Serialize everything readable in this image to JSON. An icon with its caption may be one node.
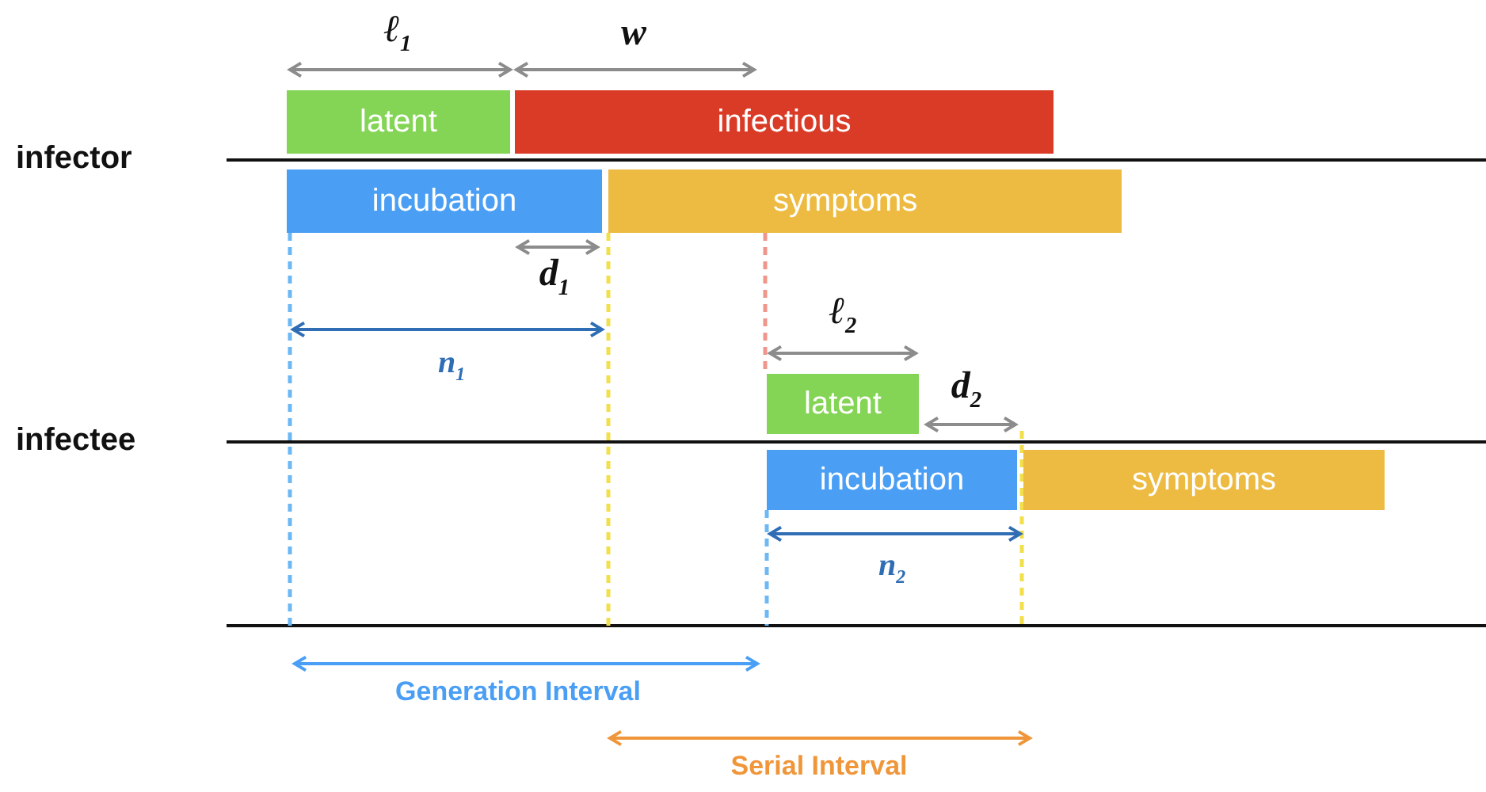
{
  "diagram": {
    "nodes": [
      {
        "text": [
          "latent"
        ]
      },
      {
        "text": [
          "infectious"
        ]
      },
      {
        "text": [
          "incubation"
        ]
      },
      {
        "text": [
          "symptoms"
        ]
      },
      {
        "text": [
          "latent"
        ]
      },
      {
        "text": [
          "incubation"
        ]
      },
      {
        "text": [
          "symptoms"
        ]
      }
    ],
    "edges": [
      {
        "from": 3,
        "to": 4,
        "arrow": "none",
        "style": "dashed",
        "color": "#f0958a"
      }
    ],
    "labels": [
      "infector",
      "infectee",
      "ℓ$_{1}$",
      "w",
      "d$_{1}$",
      "n$_{1}$",
      "ℓ$_{2}$",
      "d$_{2}$",
      "n$_{2}$",
      "Generation Interval",
      "Serial Interval"
    ]
  }
}
